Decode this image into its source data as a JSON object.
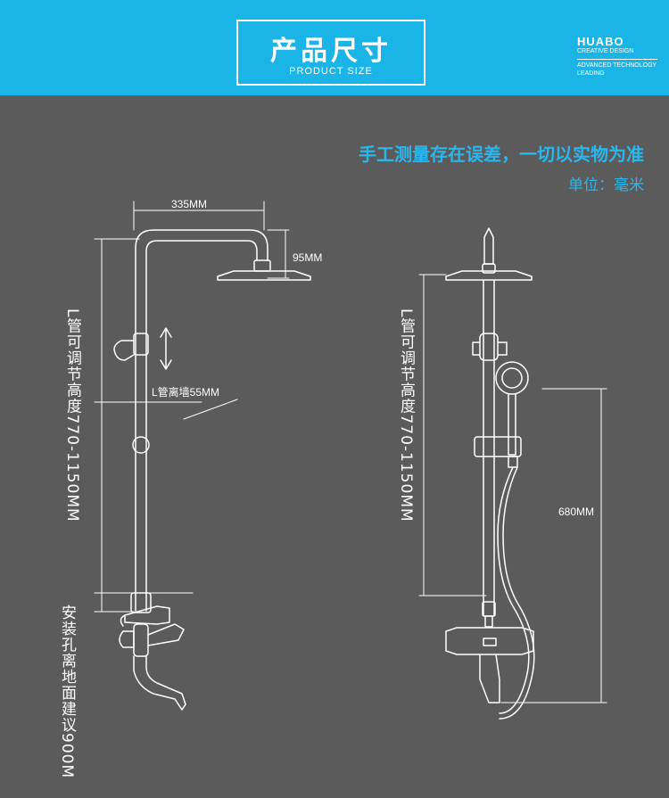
{
  "header": {
    "title_cn": "产品尺寸",
    "title_en": "PRODUCT SIZE",
    "brand_name": "HUABO",
    "brand_line1": "CREATIVE DESIGN",
    "brand_line2": "ADVANCED TECHNOLOGY",
    "brand_line3": "LEADING"
  },
  "notes": {
    "disclaimer": "手工测量存在误差，一切以实物为准",
    "unit": "单位：毫米"
  },
  "left_diagram": {
    "width_label": "335MM",
    "head_drop_label": "95MM",
    "wall_offset_label": "L管离墙55MM",
    "height_label": "L管可调节高度770-1150MM",
    "install_label": "安装孔离地面建议900M"
  },
  "right_diagram": {
    "height_label": "L管可调节高度770-1150MM",
    "hose_label": "680MM"
  },
  "colors": {
    "banner": "#1ab4e6",
    "background": "#5b5b5b",
    "accent_text": "#2ab7ee",
    "line": "#ffffff"
  }
}
